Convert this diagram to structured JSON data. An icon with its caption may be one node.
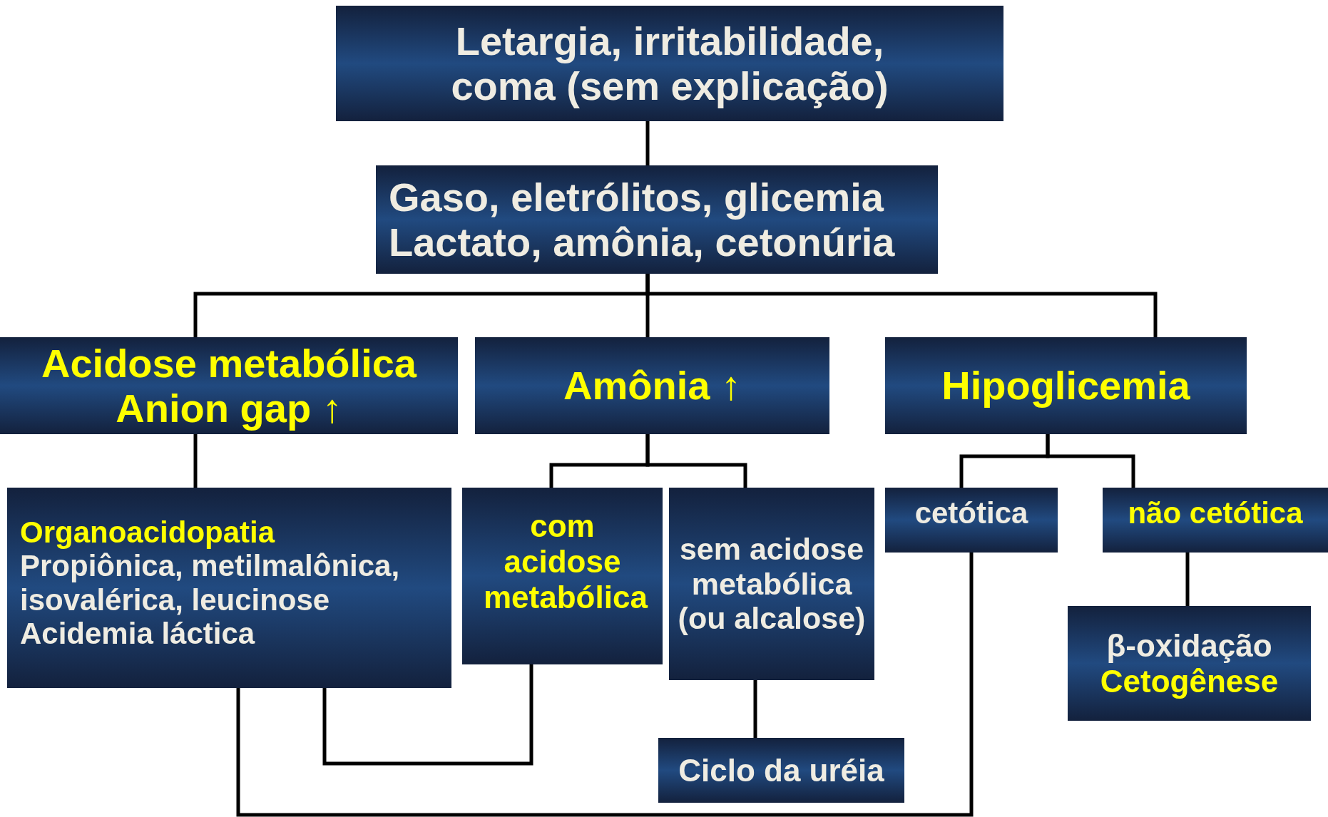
{
  "diagram": {
    "nodes": [
      {
        "text": [
          "Letargia, irritabilidade, coma (sem explicação)"
        ]
      },
      {
        "text": [
          "Gaso, eletrólitos, glicemia",
          "Lactato, amônia, cetonúria"
        ]
      },
      {
        "text": [
          "Acidose metabólica",
          "Anion gap ↑"
        ]
      },
      {
        "text": [
          "Amônia ↑"
        ]
      },
      {
        "text": [
          "Hipoglicemia"
        ]
      },
      {
        "text": [
          "Organoacidopatia",
          "Propiônica, metilmalônica, isovalérica, leucinose",
          "Acidemia láctica"
        ]
      },
      {
        "text": [
          "com acidose metabólica"
        ]
      },
      {
        "text": [
          "sem acidose metabólica (ou alcalose)"
        ]
      },
      {
        "text": [
          "cetótica"
        ]
      },
      {
        "text": [
          "não cetótica"
        ]
      },
      {
        "text": [
          "Ciclo da uréia"
        ]
      },
      {
        "text": [
          "β-oxidação",
          "Cetogênese"
        ]
      }
    ],
    "edges": [
      {
        "from": 0,
        "to": 1,
        "arrow": "none"
      },
      {
        "from": 1,
        "to": 2,
        "arrow": "none"
      },
      {
        "from": 1,
        "to": 3,
        "arrow": "none"
      },
      {
        "from": 1,
        "to": 4,
        "arrow": "none"
      },
      {
        "from": 2,
        "to": 5,
        "arrow": "none"
      },
      {
        "from": 3,
        "to": 6,
        "arrow": "none"
      },
      {
        "from": 3,
        "to": 7,
        "arrow": "none"
      },
      {
        "from": 4,
        "to": 8,
        "arrow": "none"
      },
      {
        "from": 4,
        "to": 9,
        "arrow": "none"
      },
      {
        "from": 7,
        "to": 10,
        "arrow": "none"
      },
      {
        "from": 9,
        "to": 11,
        "arrow": "none"
      },
      {
        "from": 6,
        "to": 5,
        "arrow": "none"
      },
      {
        "from": 8,
        "to": 5,
        "arrow": "none"
      }
    ]
  }
}
